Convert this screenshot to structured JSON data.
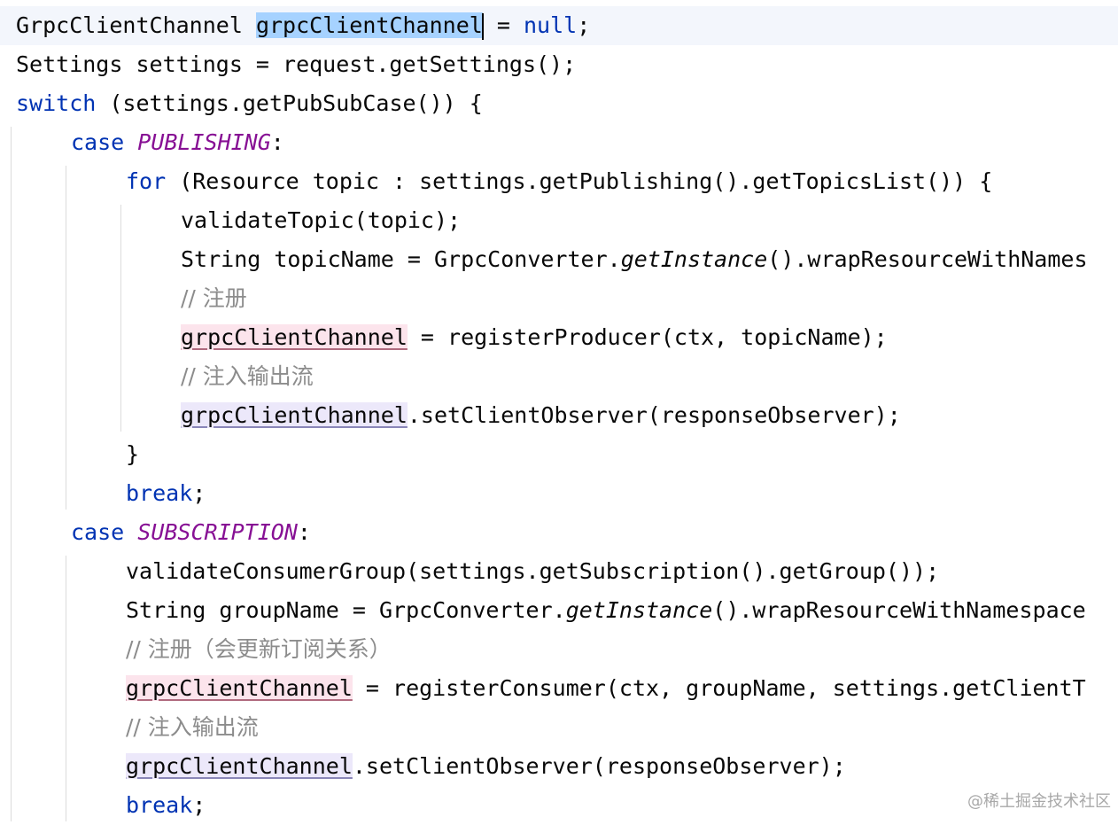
{
  "editor": {
    "watermark": "@稀土掘金技术社区",
    "lines": [
      {
        "indent": 0,
        "current": true,
        "tokens": [
          {
            "t": "GrpcClientChannel ",
            "c": ""
          },
          {
            "t": "grpcClientChannel",
            "c": "sel"
          },
          {
            "t": "",
            "c": "caret"
          },
          {
            "t": " = ",
            "c": ""
          },
          {
            "t": "null",
            "c": "kw"
          },
          {
            "t": ";",
            "c": ""
          }
        ]
      },
      {
        "indent": 0,
        "tokens": [
          {
            "t": "Settings settings = request.getSettings();",
            "c": ""
          }
        ]
      },
      {
        "indent": 0,
        "tokens": [
          {
            "t": "switch",
            "c": "kw"
          },
          {
            "t": " (settings.getPubSubCase()) {",
            "c": ""
          }
        ]
      },
      {
        "indent": 1,
        "tokens": [
          {
            "t": "case ",
            "c": "kw"
          },
          {
            "t": "PUBLISHING",
            "c": "const"
          },
          {
            "t": ":",
            "c": ""
          }
        ]
      },
      {
        "indent": 2,
        "tokens": [
          {
            "t": "for",
            "c": "kw"
          },
          {
            "t": " (Resource topic : settings.getPublishing().getTopicsList()) {",
            "c": ""
          }
        ]
      },
      {
        "indent": 3,
        "tokens": [
          {
            "t": "validateTopic(topic);",
            "c": ""
          }
        ]
      },
      {
        "indent": 3,
        "tokens": [
          {
            "t": "String topicName = GrpcConverter.",
            "c": ""
          },
          {
            "t": "getInstance",
            "c": "ital"
          },
          {
            "t": "().wrapResourceWithNames",
            "c": ""
          }
        ]
      },
      {
        "indent": 3,
        "tokens": [
          {
            "t": "// 注册",
            "c": "cmt"
          }
        ]
      },
      {
        "indent": 3,
        "tokens": [
          {
            "t": "grpcClientChannel",
            "c": "write"
          },
          {
            "t": " = registerProducer(ctx, topicName);",
            "c": ""
          }
        ]
      },
      {
        "indent": 3,
        "tokens": [
          {
            "t": "// 注入输出流",
            "c": "cmt"
          }
        ]
      },
      {
        "indent": 3,
        "tokens": [
          {
            "t": "grpcClientChannel",
            "c": "read"
          },
          {
            "t": ".setClientObserver(responseObserver);",
            "c": ""
          }
        ]
      },
      {
        "indent": 2,
        "tokens": [
          {
            "t": "}",
            "c": ""
          }
        ]
      },
      {
        "indent": 2,
        "tokens": [
          {
            "t": "break",
            "c": "kw"
          },
          {
            "t": ";",
            "c": ""
          }
        ]
      },
      {
        "indent": 1,
        "tokens": [
          {
            "t": "case ",
            "c": "kw"
          },
          {
            "t": "SUBSCRIPTION",
            "c": "const"
          },
          {
            "t": ":",
            "c": ""
          }
        ]
      },
      {
        "indent": 2,
        "tokens": [
          {
            "t": "validateConsumerGroup(settings.getSubscription().getGroup());",
            "c": ""
          }
        ]
      },
      {
        "indent": 2,
        "tokens": [
          {
            "t": "String groupName = GrpcConverter.",
            "c": ""
          },
          {
            "t": "getInstance",
            "c": "ital"
          },
          {
            "t": "().wrapResourceWithNamespace",
            "c": ""
          }
        ]
      },
      {
        "indent": 2,
        "tokens": [
          {
            "t": "// 注册（会更新订阅关系）",
            "c": "cmt"
          }
        ]
      },
      {
        "indent": 2,
        "tokens": [
          {
            "t": "grpcClientChannel",
            "c": "write"
          },
          {
            "t": " = registerConsumer(ctx, groupName, settings.getClientT",
            "c": ""
          }
        ]
      },
      {
        "indent": 2,
        "tokens": [
          {
            "t": "// 注入输出流",
            "c": "cmt"
          }
        ]
      },
      {
        "indent": 2,
        "tokens": [
          {
            "t": "grpcClientChannel",
            "c": "read"
          },
          {
            "t": ".setClientObserver(responseObserver);",
            "c": ""
          }
        ]
      },
      {
        "indent": 2,
        "tokens": [
          {
            "t": "break",
            "c": "kw"
          },
          {
            "t": ";",
            "c": ""
          }
        ]
      }
    ]
  }
}
